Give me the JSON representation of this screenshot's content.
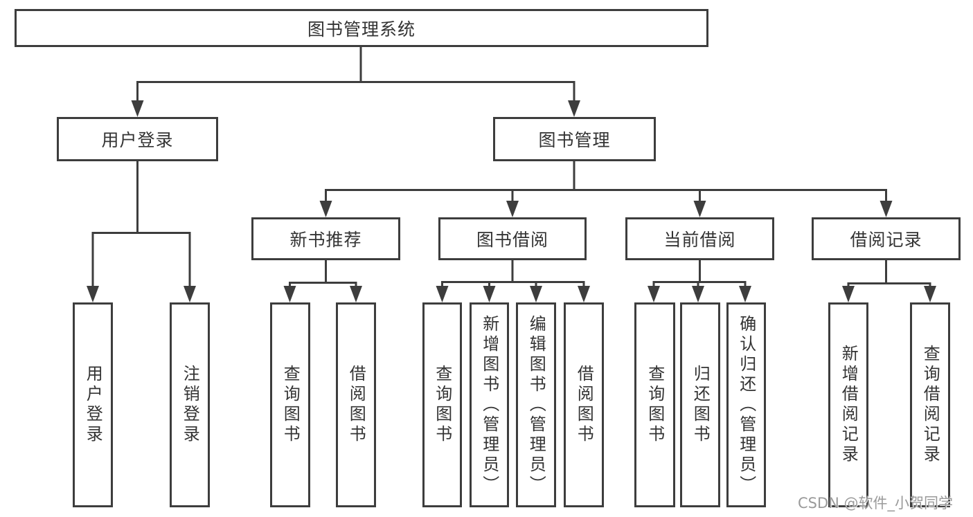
{
  "tree": {
    "label": "图书管理系统",
    "children": [
      {
        "label": "用户登录",
        "children": [
          {
            "label": "用户登录"
          },
          {
            "label": "注销登录"
          }
        ]
      },
      {
        "label": "图书管理",
        "children": [
          {
            "label": "新书推荐",
            "children": [
              {
                "label": "查询图书"
              },
              {
                "label": "借阅图书"
              }
            ]
          },
          {
            "label": "图书借阅",
            "children": [
              {
                "label": "查询图书"
              },
              {
                "label": "新增图书（管理员）"
              },
              {
                "label": "编辑图书（管理员）"
              },
              {
                "label": "借阅图书"
              }
            ]
          },
          {
            "label": "当前借阅",
            "children": [
              {
                "label": "查询图书"
              },
              {
                "label": "归还图书"
              },
              {
                "label": "确认归还（管理员）"
              }
            ]
          },
          {
            "label": "借阅记录",
            "children": [
              {
                "label": "新增借阅记录"
              },
              {
                "label": "查询借阅记录"
              }
            ]
          }
        ]
      }
    ]
  },
  "watermark": {
    "text": "CSDN @软件_小贺同学"
  },
  "colors": {
    "line": "#3d3d3d",
    "text": "#333333",
    "background": "#ffffff",
    "watermark": "#9a9a9a"
  }
}
